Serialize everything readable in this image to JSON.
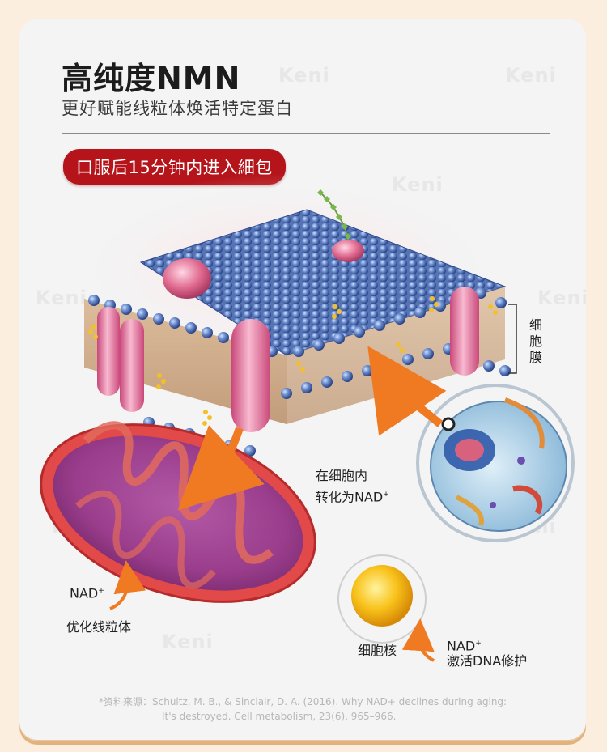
{
  "header": {
    "title": "高纯度NMN",
    "subtitle": "更好赋能线粒体焕活特定蛋白"
  },
  "badge": {
    "text": "口服后15分钟内进入細包"
  },
  "labels": {
    "membrane": "细胞膜",
    "convert_line1": "在细胞内",
    "convert_line2": "转化为NAD",
    "nad_mito": "NAD",
    "optimize": "优化线粒体",
    "nucleus": "细胞核",
    "nad_dna": "NAD",
    "dna_repair": "激活DNA修护",
    "plus": "+"
  },
  "reference": {
    "line1": "*资料来源：Schultz, M. B., & Sinclair, D. A. (2016). Why NAD+ declines during aging:",
    "line2": "It's destroyed. Cell metabolism, 23(6), 965–966."
  },
  "watermark": "Keni",
  "colors": {
    "accent_red": "#b4141a",
    "arrow_orange": "#f07a22",
    "lipid_blue": "#3c5fa8",
    "protein_pink": "#e67aa0",
    "mito_red": "#d9333a",
    "nucleus_yellow": "#f6b811"
  }
}
